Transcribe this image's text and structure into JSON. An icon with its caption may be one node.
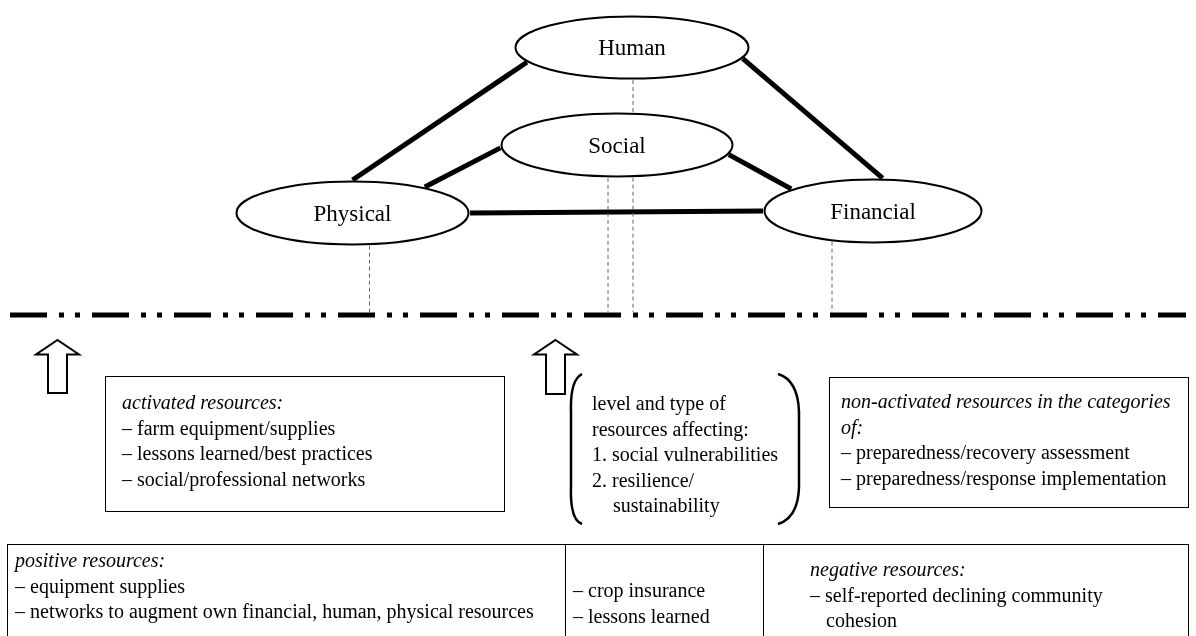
{
  "diagram": {
    "nodes": [
      {
        "text": [
          "Human"
        ]
      },
      {
        "text": [
          "Social"
        ]
      },
      {
        "text": [
          "Physical"
        ]
      },
      {
        "text": [
          "Financial"
        ]
      },
      {
        "text": [],
        "shape": "line"
      },
      {
        "text": [
          "activated resources:",
          "– farm equipment/supplies",
          "– lessons learned/best practices",
          "– social/professional networks"
        ]
      },
      {
        "text": [
          "level and type of resources affecting:",
          "1. social vulnerabilities",
          "2. resilience/ sustainability"
        ]
      },
      {
        "text": [
          "non-activated resources in the categories of:",
          "– preparedness/recovery assessment",
          "– preparedness/response implementation"
        ]
      },
      {
        "text": [
          "positive resources:",
          "– equipment supplies",
          "– networks to augment own financial, human, physical resources"
        ]
      },
      {
        "text": [
          "– crop insurance",
          "– lessons learned"
        ]
      },
      {
        "text": [
          "negative resources:",
          "– self-reported declining community cohesion"
        ]
      }
    ],
    "edges": [
      {
        "from": 0,
        "to": 2,
        "arrow": "none",
        "style": "thick"
      },
      {
        "from": 0,
        "to": 3,
        "arrow": "none",
        "style": "thick"
      },
      {
        "from": 1,
        "to": 2,
        "arrow": "none",
        "style": "thick"
      },
      {
        "from": 1,
        "to": 3,
        "arrow": "none",
        "style": "thick"
      },
      {
        "from": 2,
        "to": 3,
        "arrow": "none",
        "style": "thick"
      },
      {
        "from": 0,
        "to": 1,
        "arrow": "none",
        "style": "dashed",
        "color": "#666666"
      },
      {
        "from": 1,
        "to": 4,
        "arrow": "none",
        "style": "dashed",
        "color": "#666666"
      },
      {
        "from": 1,
        "to": 4,
        "arrow": "none",
        "style": "dashed",
        "color": "#666666"
      },
      {
        "from": 2,
        "to": 4,
        "arrow": "none",
        "style": "dashed",
        "color": "#666666"
      },
      {
        "from": 3,
        "to": 4,
        "arrow": "none",
        "style": "dashed",
        "color": "#666666"
      },
      {
        "from": null,
        "to": 4,
        "arrow": "to"
      },
      {
        "from": 6,
        "to": 4,
        "arrow": "to"
      }
    ]
  }
}
